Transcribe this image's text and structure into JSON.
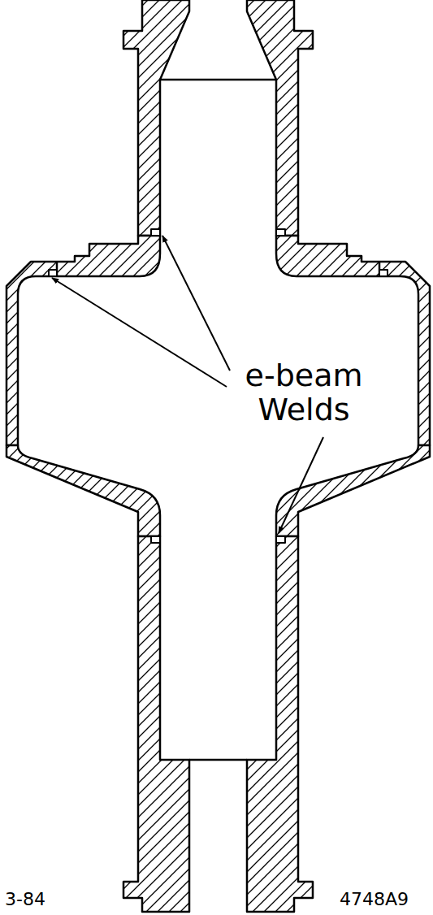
{
  "diagram": {
    "labels": [
      "e-beam Welds",
      "3-84",
      "4748A9"
    ]
  }
}
